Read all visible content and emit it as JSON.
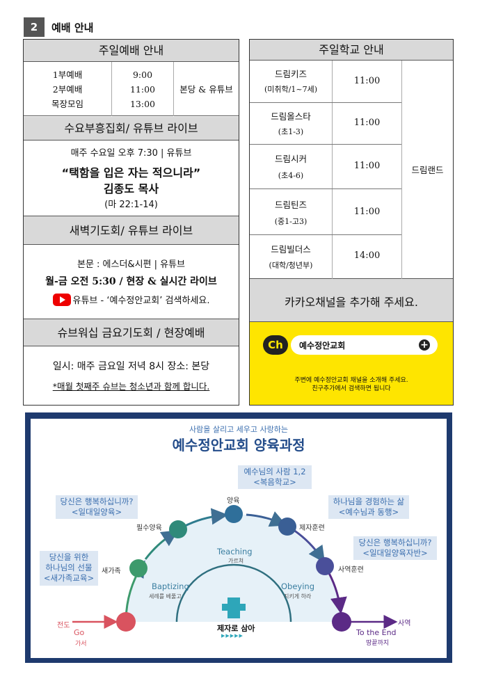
{
  "section": {
    "number": "2",
    "title": "예배 안내"
  },
  "sunday": {
    "title": "주일예배 안내",
    "rows": [
      {
        "name": "1부예배",
        "time": "9:00"
      },
      {
        "name": "2부예배",
        "time": "11:00"
      },
      {
        "name": "목장모임",
        "time": "13:00"
      }
    ],
    "place": "본당 & 유튜브"
  },
  "wednesday": {
    "title": "수요부흥집회/ 유튜브 라이브",
    "schedule": "매주 수요일 오후 7:30 | 유튜브",
    "sermon_title": "“택함을 입은 자는 적으니라”",
    "preacher": "김종도 목사",
    "scripture": "(마 22:1-14)"
  },
  "dawn": {
    "title": "새벽기도회/ 유튜브 라이브",
    "text": "본문 : 에스더&시편 | 유튜브",
    "schedule": "월-금 오전 5:30 / 현장 & 실시간 라이브",
    "youtube_label": "유튜브",
    "search_text": "- ‘예수정안교회’ 검색하세요."
  },
  "friday": {
    "title": "슈브워십 금요기도회 / 현장예배",
    "info": "일시: 매주 금요일 저녁 8시  장소: 본당",
    "note": "*매월 첫째주 슈브는 청소년과 함께 합니다."
  },
  "school": {
    "title": "주일학교 안내",
    "place": "드림랜드",
    "rows": [
      {
        "name": "드림키즈",
        "sub": "(미취학/1~7세)",
        "time": "11:00"
      },
      {
        "name": "드림올스타",
        "sub": "(초1-3)",
        "time": "11:00"
      },
      {
        "name": "드림시커",
        "sub": "(초4-6)",
        "time": "11:00"
      },
      {
        "name": "드림틴즈",
        "sub": "(중1-고3)",
        "time": "11:00"
      },
      {
        "name": "드림빌더스",
        "sub": "(대학/청년부)",
        "time": "14:00"
      }
    ]
  },
  "kakao": {
    "title": "카카오채널을 추가해 주세요.",
    "ch_label": "Ch",
    "channel_name": "예수정안교회",
    "desc1": "주변에 예수정안교회 채널을 소개해 주세요.",
    "desc2": "친구추가에서 검색하면 됩니다"
  },
  "diagram": {
    "subtitle": "사람을 살리고 세우고 사랑하는",
    "title": "예수정안교회 양육과정",
    "box_top": [
      "예수님의 사람 1,2",
      "<복음학교>"
    ],
    "box_left_top": [
      "당신은 행복하십니까?",
      "<일대일양육>"
    ],
    "box_left": [
      "당신을 위한",
      "하나님의 선물",
      "<새가족교육>"
    ],
    "box_right_top": [
      "하나님을 경험하는 삶",
      "<예수님과 동행>"
    ],
    "box_right": [
      "당신은 행복하십니까?",
      "<일대일양육자반>"
    ],
    "stages": [
      "새가족",
      "필수양육",
      "양육",
      "제자훈련",
      "사역훈련"
    ],
    "go_kr": "전도",
    "go_en": "Go",
    "go_sub": "가서",
    "end_kr": "사역",
    "end_en": "To the End",
    "end_sub": "땅끝까지",
    "baptizing": "Baptizing",
    "baptizing_sub": "세례를 베풀고",
    "teaching": "Teaching",
    "teaching_sub": "가르쳐",
    "obeying": "Obeying",
    "obeying_sub": "지키게 하라",
    "center_label": "제자로 삼아",
    "arrows": "▶▶▶▶▶"
  }
}
